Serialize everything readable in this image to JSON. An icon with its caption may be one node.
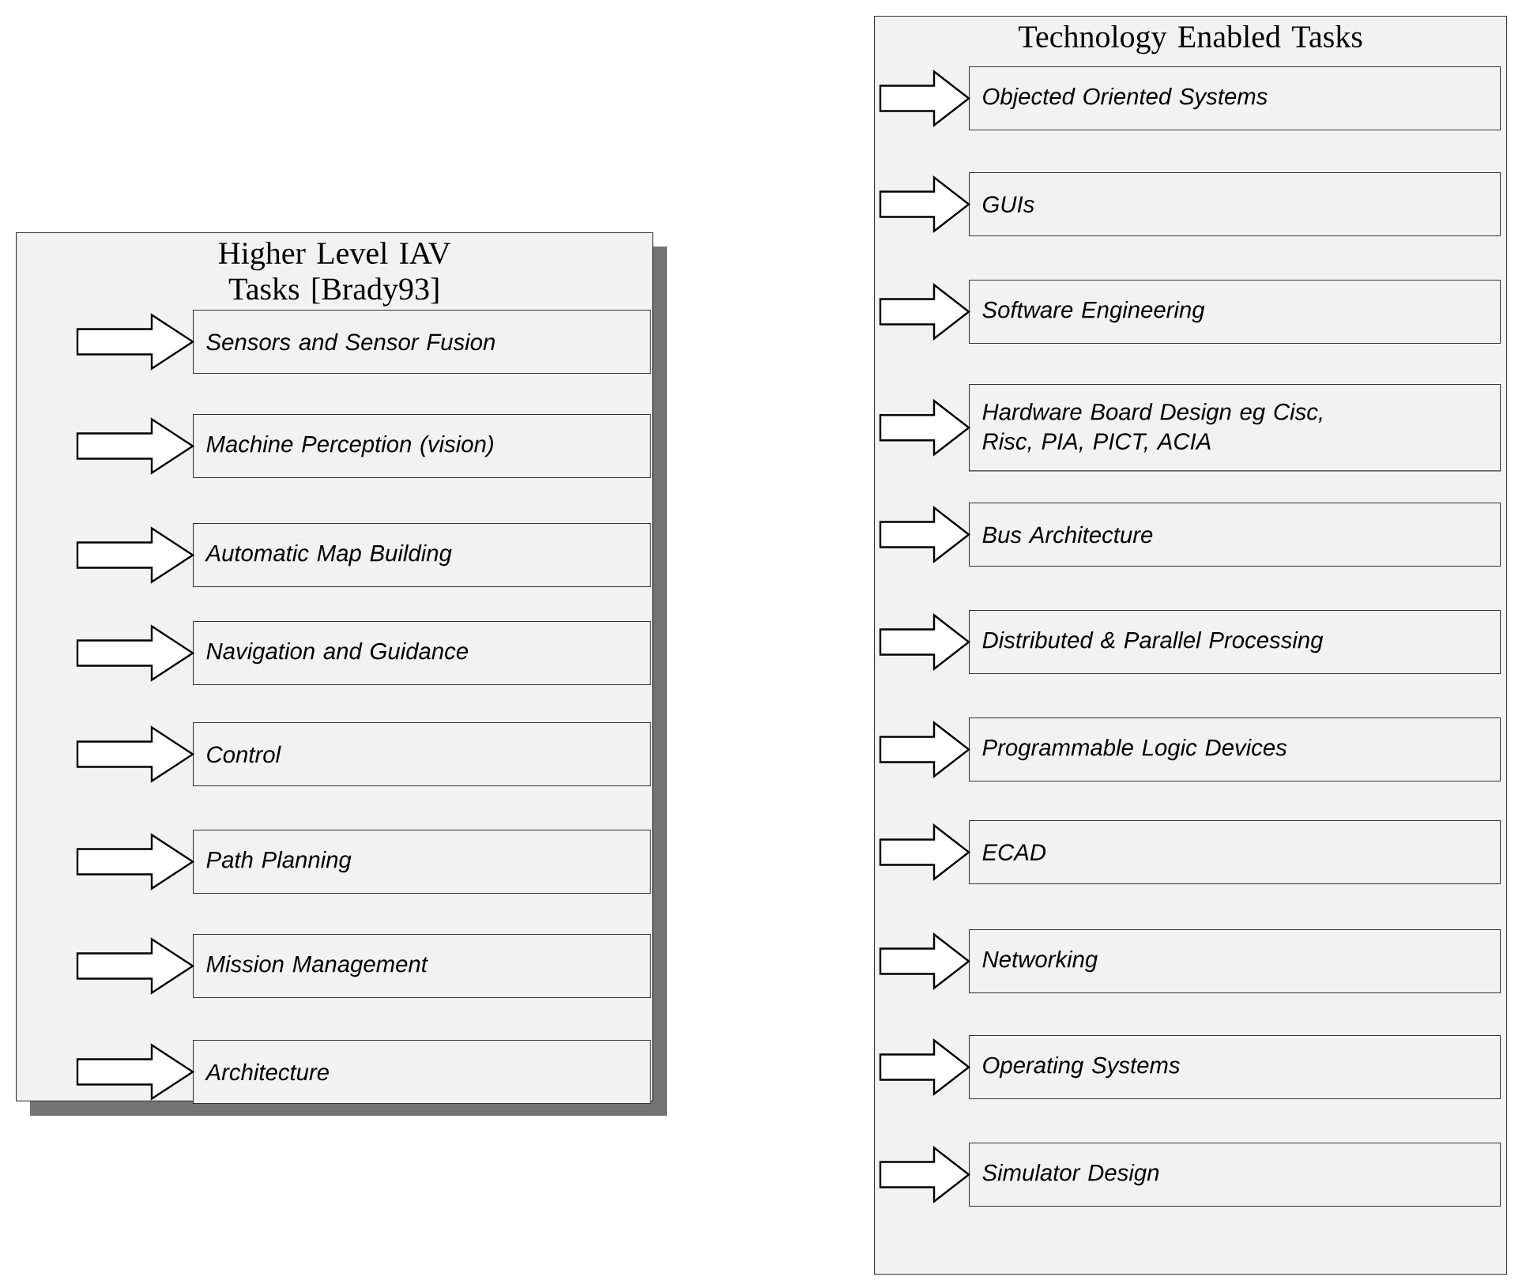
{
  "diagram": {
    "nodes": [
      {
        "text": [
          "Higher Level IAV Tasks [Brady93]"
        ]
      },
      {
        "text": [
          "Sensors and Sensor Fusion"
        ],
        "in": 0
      },
      {
        "text": [
          "Machine Perception (vision)"
        ],
        "in": 0
      },
      {
        "text": [
          "Automatic Map Building"
        ],
        "in": 0
      },
      {
        "text": [
          "Navigation and Guidance"
        ],
        "in": 0
      },
      {
        "text": [
          "Control"
        ],
        "in": 0
      },
      {
        "text": [
          "Path Planning"
        ],
        "in": 0
      },
      {
        "text": [
          "Mission Management"
        ],
        "in": 0
      },
      {
        "text": [
          "Architecture"
        ],
        "in": 0
      },
      {
        "text": [
          "Technology Enabled Tasks"
        ]
      },
      {
        "text": [
          "Objected Oriented Systems"
        ],
        "in": 9
      },
      {
        "text": [
          "GUIs"
        ],
        "in": 9
      },
      {
        "text": [
          "Software Engineering"
        ],
        "in": 9
      },
      {
        "text": [
          "Hardware Board Design eg Cisc, Risc, PIA, PICT, ACIA"
        ],
        "in": 9
      },
      {
        "text": [
          "Bus Architecture"
        ],
        "in": 9
      },
      {
        "text": [
          "Distributed & Parallel Processing"
        ],
        "in": 9
      },
      {
        "text": [
          "Programmable Logic Devices"
        ],
        "in": 9
      },
      {
        "text": [
          "ECAD"
        ],
        "in": 9
      },
      {
        "text": [
          "Networking"
        ],
        "in": 9
      },
      {
        "text": [
          "Operating Systems"
        ],
        "in": 9
      },
      {
        "text": [
          "Simulator Design"
        ],
        "in": 9
      }
    ],
    "edges": [
      {
        "from": null,
        "to": 1,
        "arrow": "to"
      },
      {
        "from": null,
        "to": 2,
        "arrow": "to"
      },
      {
        "from": null,
        "to": 3,
        "arrow": "to"
      },
      {
        "from": null,
        "to": 4,
        "arrow": "to"
      },
      {
        "from": null,
        "to": 5,
        "arrow": "to"
      },
      {
        "from": null,
        "to": 6,
        "arrow": "to"
      },
      {
        "from": null,
        "to": 7,
        "arrow": "to"
      },
      {
        "from": null,
        "to": 8,
        "arrow": "to"
      },
      {
        "from": null,
        "to": 10,
        "arrow": "to"
      },
      {
        "from": null,
        "to": 11,
        "arrow": "to"
      },
      {
        "from": null,
        "to": 12,
        "arrow": "to"
      },
      {
        "from": null,
        "to": 13,
        "arrow": "to"
      },
      {
        "from": null,
        "to": 14,
        "arrow": "to"
      },
      {
        "from": null,
        "to": 15,
        "arrow": "to"
      },
      {
        "from": null,
        "to": 16,
        "arrow": "to"
      },
      {
        "from": null,
        "to": 17,
        "arrow": "to"
      },
      {
        "from": null,
        "to": 18,
        "arrow": "to"
      },
      {
        "from": null,
        "to": 19,
        "arrow": "to"
      },
      {
        "from": null,
        "to": 20,
        "arrow": "to"
      }
    ]
  }
}
